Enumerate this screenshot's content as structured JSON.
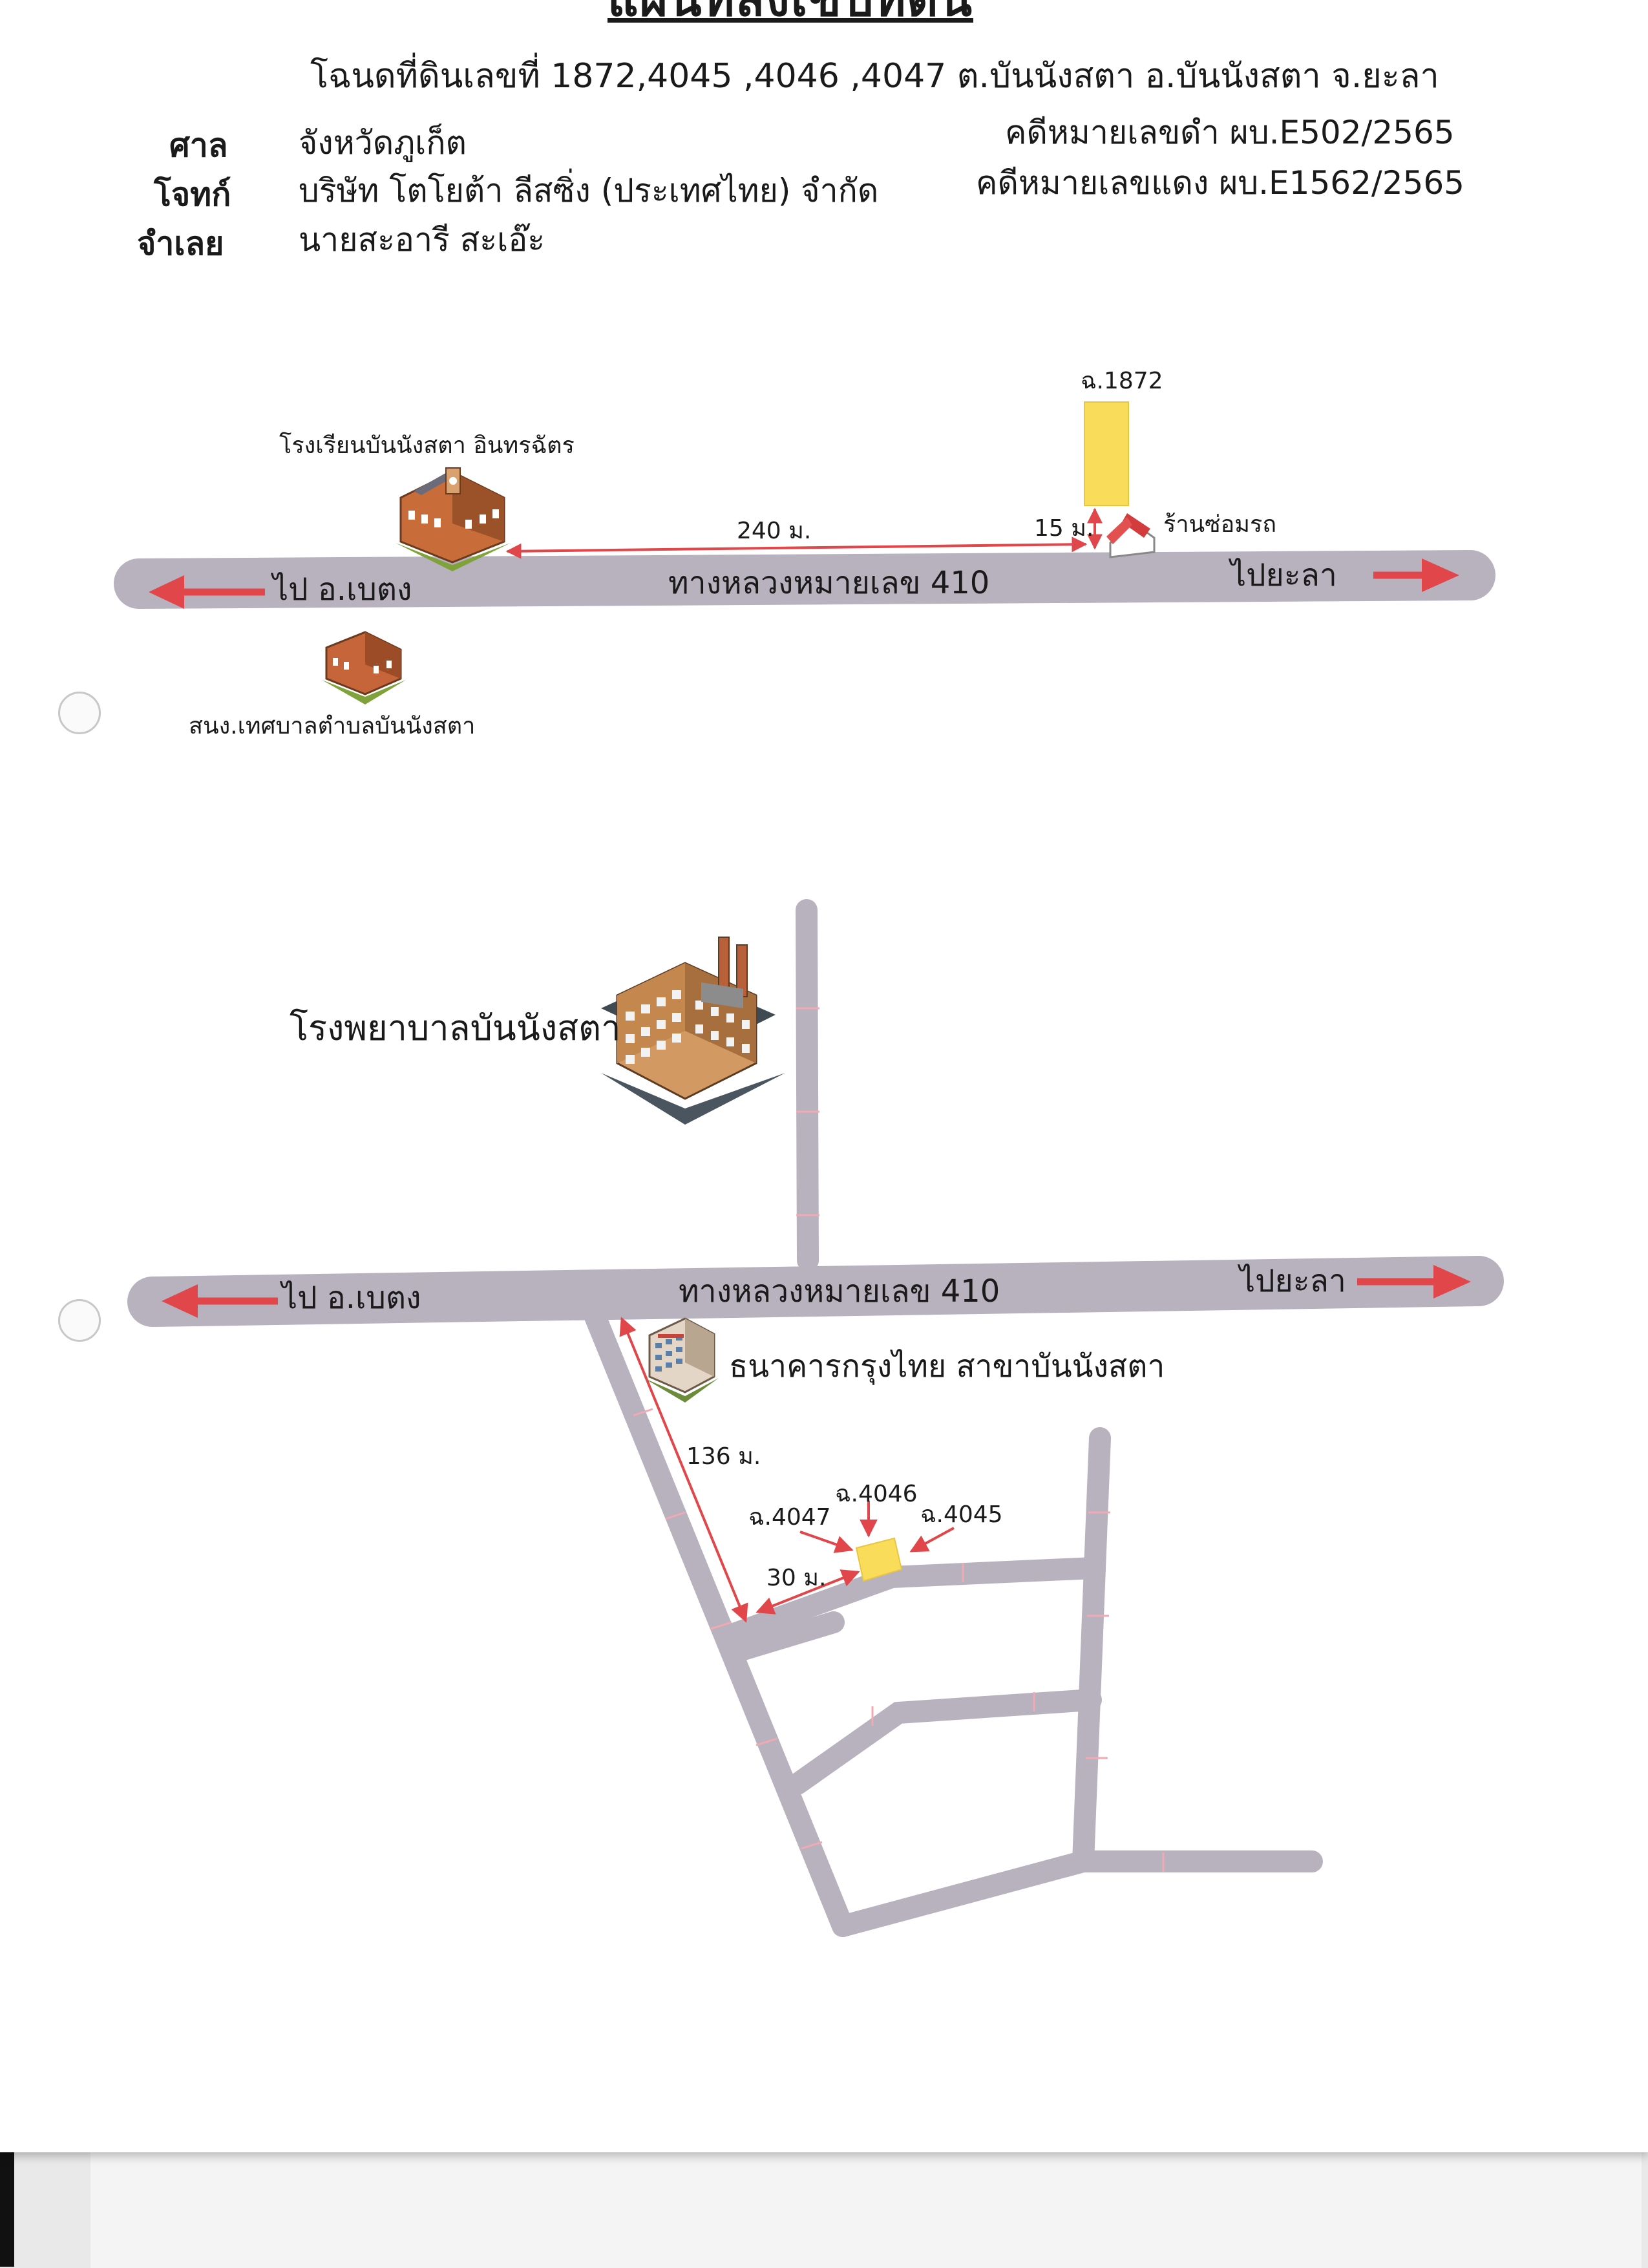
{
  "title": "แผนที่สังเขปที่ดิน",
  "header": {
    "deed_line": "โฉนดที่ดินเลขที่ 1872,4045 ,4046 ,4047 ต.บันนังสตา  อ.บันนังสตา จ.ยะลา",
    "court_label": "ศาล",
    "court_value": "จังหวัดภูเก็ต",
    "plaintiff_label": "โจทก์",
    "plaintiff_value": "บริษัท โตโยต้า ลีสซิ่ง (ประเทศไทย) จำกัด",
    "defendant_label": "จำเลย",
    "defendant_value": "นายสะอารี    สะเอ๊ะ",
    "black_case": "คดีหมายเลขดำ ผบ.E502/2565",
    "red_case": "คดีหมายเลขแดง ผบ.E1562/2565"
  },
  "map1": {
    "road_name": "ทางหลวงหมายเลข 410",
    "left_direction": "ไป อ.เบตง",
    "right_direction": "ไปยะลา",
    "school": "โรงเรียนบันนังสตา อินทรฉัตร",
    "municipal_school": "สนง.เทศบาลตำบลบันนังสตา",
    "plot": "ฉ.1872",
    "repair_shop": "ร้านซ่อมรถ",
    "dist_school": "240 ม.",
    "dist_road": "15 ม."
  },
  "map2": {
    "road_name": "ทางหลวงหมายเลข 410",
    "left_direction": "ไป อ.เบตง",
    "right_direction": "ไปยะลา",
    "hospital": "โรงพยาบาลบันนังสตา",
    "bank": "ธนาคารกรุงไทย สาขาบันนังสตา",
    "dist_branch": "136 ม.",
    "dist_plot": "30 ม.",
    "plot_4047": "ฉ.4047",
    "plot_4046": "ฉ.4046",
    "plot_4045": "ฉ.4045"
  },
  "colors": {
    "road": "#b8b2bf",
    "arrow": "#e0464a",
    "plot": "#f8dc5a"
  },
  "icons": [
    "school-building-icon",
    "office-building-icon",
    "house-icon",
    "factory-icon",
    "bank-building-icon"
  ]
}
